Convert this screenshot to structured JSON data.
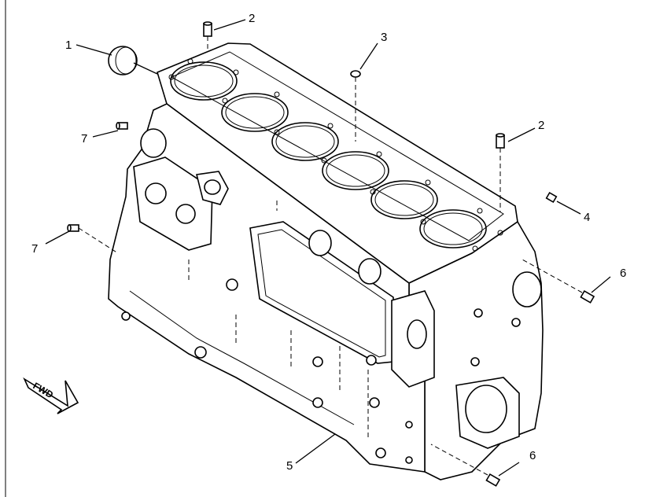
{
  "callouts": [
    {
      "id": "c1",
      "label": "1"
    },
    {
      "id": "c2a",
      "label": "2"
    },
    {
      "id": "c3",
      "label": "3"
    },
    {
      "id": "c2b",
      "label": "2"
    },
    {
      "id": "c7a",
      "label": "7"
    },
    {
      "id": "c4",
      "label": "4"
    },
    {
      "id": "c7b",
      "label": "7"
    },
    {
      "id": "c6a",
      "label": "6"
    },
    {
      "id": "c5",
      "label": "5"
    },
    {
      "id": "c6b",
      "label": "6"
    }
  ],
  "fwd_label": "FWD"
}
